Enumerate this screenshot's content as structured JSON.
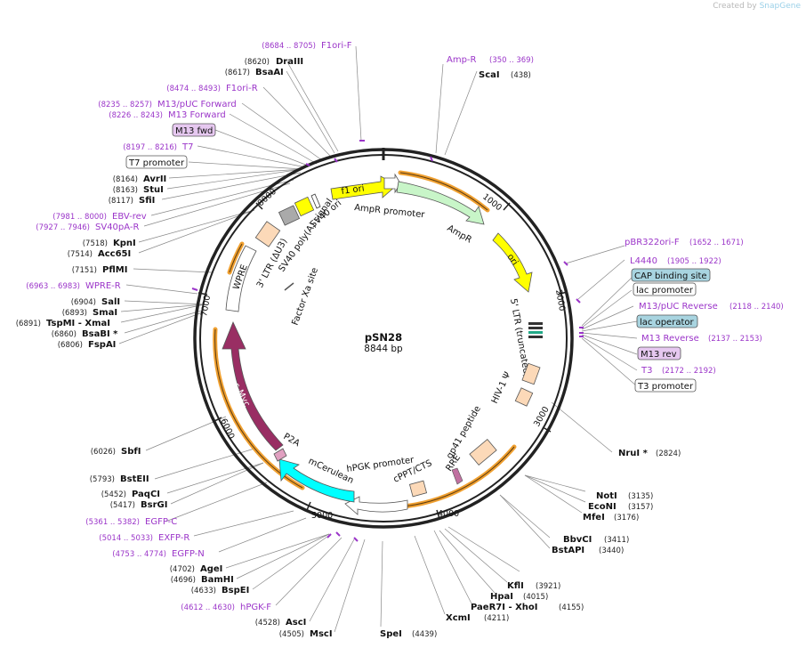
{
  "credit": {
    "prefix": "Created by",
    "brand": "SnapGene"
  },
  "plasmid": {
    "name": "pSN28",
    "size": "8844 bp"
  },
  "ticks": [
    "1000",
    "2000",
    "3000",
    "4000",
    "5000",
    "6000",
    "7000",
    "8000"
  ],
  "colors": {
    "primer": "#9b35c9",
    "ring": "#222222",
    "orange": "#f0a030"
  },
  "left_labels": [
    {
      "coord": "(8620)",
      "name": "DraIII"
    },
    {
      "coord": "(8617)",
      "name": "BsaAI"
    },
    {
      "coord": "(8164)",
      "name": "AvrII"
    },
    {
      "coord": "(8163)",
      "name": "StuI"
    },
    {
      "coord": "(8117)",
      "name": "SfiI"
    },
    {
      "coord": "(7518)",
      "name": "KpnI"
    },
    {
      "coord": "(7514)",
      "name": "Acc65I"
    },
    {
      "coord": "(7151)",
      "name": "PflMI"
    },
    {
      "coord": "(6904)",
      "name": "SalI"
    },
    {
      "coord": "(6893)",
      "name": "SmaI"
    },
    {
      "coord": "(6891)",
      "name": "TspMI - XmaI"
    },
    {
      "coord": "(6860)",
      "name": "BsaBI *"
    },
    {
      "coord": "(6806)",
      "name": "FspAI"
    },
    {
      "coord": "(6026)",
      "name": "SbfI"
    },
    {
      "coord": "(5793)",
      "name": "BstEII"
    },
    {
      "coord": "(5452)",
      "name": "PaqCI"
    },
    {
      "coord": "(5417)",
      "name": "BsrGI"
    },
    {
      "coord": "(4702)",
      "name": "AgeI"
    },
    {
      "coord": "(4696)",
      "name": "BamHI"
    },
    {
      "coord": "(4633)",
      "name": "BspEI"
    },
    {
      "coord": "(4528)",
      "name": "AscI"
    },
    {
      "coord": "(4505)",
      "name": "MscI"
    }
  ],
  "left_primers": [
    {
      "coord": "(8684 .. 8705)",
      "name": "F1ori-F"
    },
    {
      "coord": "(8474 .. 8493)",
      "name": "F1ori-R"
    },
    {
      "coord": "(8235 .. 8257)",
      "name": "M13/pUC Forward"
    },
    {
      "coord": "(8226 .. 8243)",
      "name": "M13 Forward"
    },
    {
      "coord": "(8197 .. 8216)",
      "name": "T7"
    },
    {
      "coord": "(7981 .. 8000)",
      "name": "EBV-rev"
    },
    {
      "coord": "(7927 .. 7946)",
      "name": "SV40pA-R"
    },
    {
      "coord": "(6963 .. 6983)",
      "name": "WPRE-R"
    },
    {
      "coord": "(5361 .. 5382)",
      "name": "EGFP-C"
    },
    {
      "coord": "(5014 .. 5033)",
      "name": "EXFP-R"
    },
    {
      "coord": "(4753 .. 4774)",
      "name": "EGFP-N"
    },
    {
      "coord": "(4612 .. 4630)",
      "name": "hPGK-F"
    }
  ],
  "left_boxes": [
    {
      "name": "M13 fwd"
    },
    {
      "name": "T7 promoter"
    }
  ],
  "top_labels": [
    {
      "primer": "Amp-R",
      "coord": "(350 .. 369)"
    },
    {
      "name": "ScaI",
      "coord": "(438)"
    }
  ],
  "right_labels": [
    {
      "name": "pBR322ori-F",
      "coord": "(1652 .. 1671)"
    },
    {
      "name": "L4440",
      "coord": "(1905 .. 1922)"
    },
    {
      "name": "M13/pUC Reverse",
      "coord": "(2118 .. 2140)"
    },
    {
      "name": "M13 Reverse",
      "coord": "(2137 .. 2153)"
    },
    {
      "name": "T3",
      "coord": "(2172 .. 2192)"
    }
  ],
  "right_boxes": [
    {
      "name": "CAP binding site"
    },
    {
      "name": "lac promoter"
    },
    {
      "name": "lac operator"
    },
    {
      "name": "M13 rev"
    },
    {
      "name": "T3 promoter"
    }
  ],
  "right_sites": [
    {
      "name": "NruI *",
      "coord": "(2824)"
    },
    {
      "name": "NotI",
      "coord": "(3135)"
    },
    {
      "name": "EcoNI",
      "coord": "(3157)"
    },
    {
      "name": "MfeI",
      "coord": "(3176)"
    },
    {
      "name": "BbvCI",
      "coord": "(3411)"
    },
    {
      "name": "BstAPI",
      "coord": "(3440)"
    }
  ],
  "bottom_sites": [
    {
      "name": "KflI",
      "coord": "(3921)"
    },
    {
      "name": "HpaI",
      "coord": "(4015)"
    },
    {
      "name": "PaeR7I - XhoI",
      "coord": "(4155)"
    },
    {
      "name": "XcmI",
      "coord": "(4211)"
    },
    {
      "name": "SpeI",
      "coord": "(4439)"
    }
  ],
  "features": {
    "f1ori": "f1 ori",
    "amp_promoter": "AmpR promoter",
    "ampr": "AmpR",
    "ori": "ori",
    "ltr5": "5' LTR (truncated)",
    "hiv_psi": "HIV-1 Ψ",
    "gp41": "gp41 peptide",
    "rre": "RRE",
    "cppt": "cPPT/CTS",
    "hpgk": "hPGK promoter",
    "mcerulean": "mCerulean",
    "p2a": "P2A",
    "cmyc": "c-Myc",
    "wpre": "WPRE",
    "ltr3": "3' LTR (ΔU3)",
    "sv40polya": "SV40 poly(A) signal",
    "sv40ori": "SV40 ori",
    "factorxa": "Factor Xa site"
  }
}
